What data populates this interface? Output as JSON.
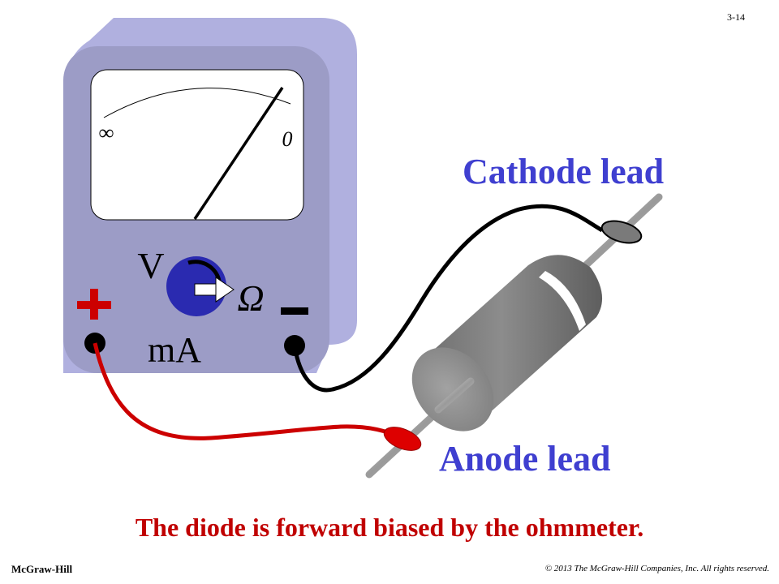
{
  "slide_number": "3-14",
  "meter": {
    "scale_infinity": "∞",
    "scale_zero": "0",
    "mode_volts": "V",
    "mode_ohms": "Ω",
    "mode_milliamps": "mA",
    "terminal_positive": "+",
    "terminal_negative": "−"
  },
  "labels": {
    "cathode_lead": "Cathode lead",
    "anode_lead": "Anode lead"
  },
  "caption": "The diode is forward biased by the ohmmeter.",
  "footer": {
    "publisher": "McGraw-Hill",
    "copyright": "© 2013 The McGraw-Hill Companies, Inc. All rights reserved."
  },
  "colors": {
    "meter_face": "#9c9cc6",
    "meter_side": "#b0b0df",
    "selector_knob": "#2a2ab0",
    "positive_red": "#cc0000",
    "label_blue": "#3f3fd0",
    "caption_red": "#c00000",
    "diode_body": "#7a7a7a",
    "lead_black": "#000000"
  }
}
